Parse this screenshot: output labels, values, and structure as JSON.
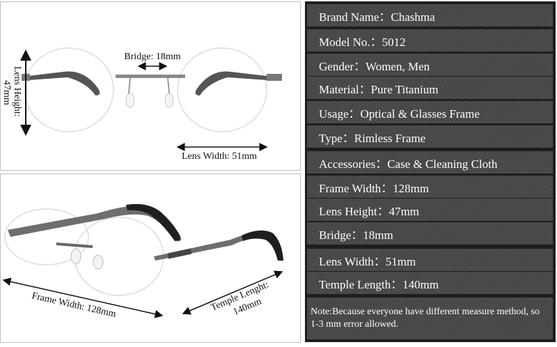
{
  "diagram_front": {
    "bridge_label": "Bridge: 18mm",
    "lens_height_label": "Lens Height:",
    "lens_height_value": "47mm",
    "lens_width_label": "Lens Width: 51mm"
  },
  "diagram_side": {
    "frame_width_label": "Frame Width: 128mm",
    "temple_length_label": "Temple Lenght:",
    "temple_length_value": "140mm"
  },
  "specs": [
    {
      "label": "Brand Name：Chashma"
    },
    {
      "label": "Model No.：5012"
    },
    {
      "label": "Gender：Women, Men"
    },
    {
      "label": "Material：Pure Titanium"
    },
    {
      "label": "Usage：Optical & Glasses Frame"
    },
    {
      "label": "Type：Rimless Frame"
    },
    {
      "label": "Accessories：Case & Cleaning Cloth"
    },
    {
      "label": "Frame Width：128mm"
    },
    {
      "label": "Lens Height：47mm"
    },
    {
      "label": "Bridge：18mm"
    },
    {
      "label": "Lens Width：51mm"
    },
    {
      "label": "Temple Length：140mm"
    }
  ],
  "note": "Note:Because everyone have different measure method, so 1-3 mm error allowed."
}
